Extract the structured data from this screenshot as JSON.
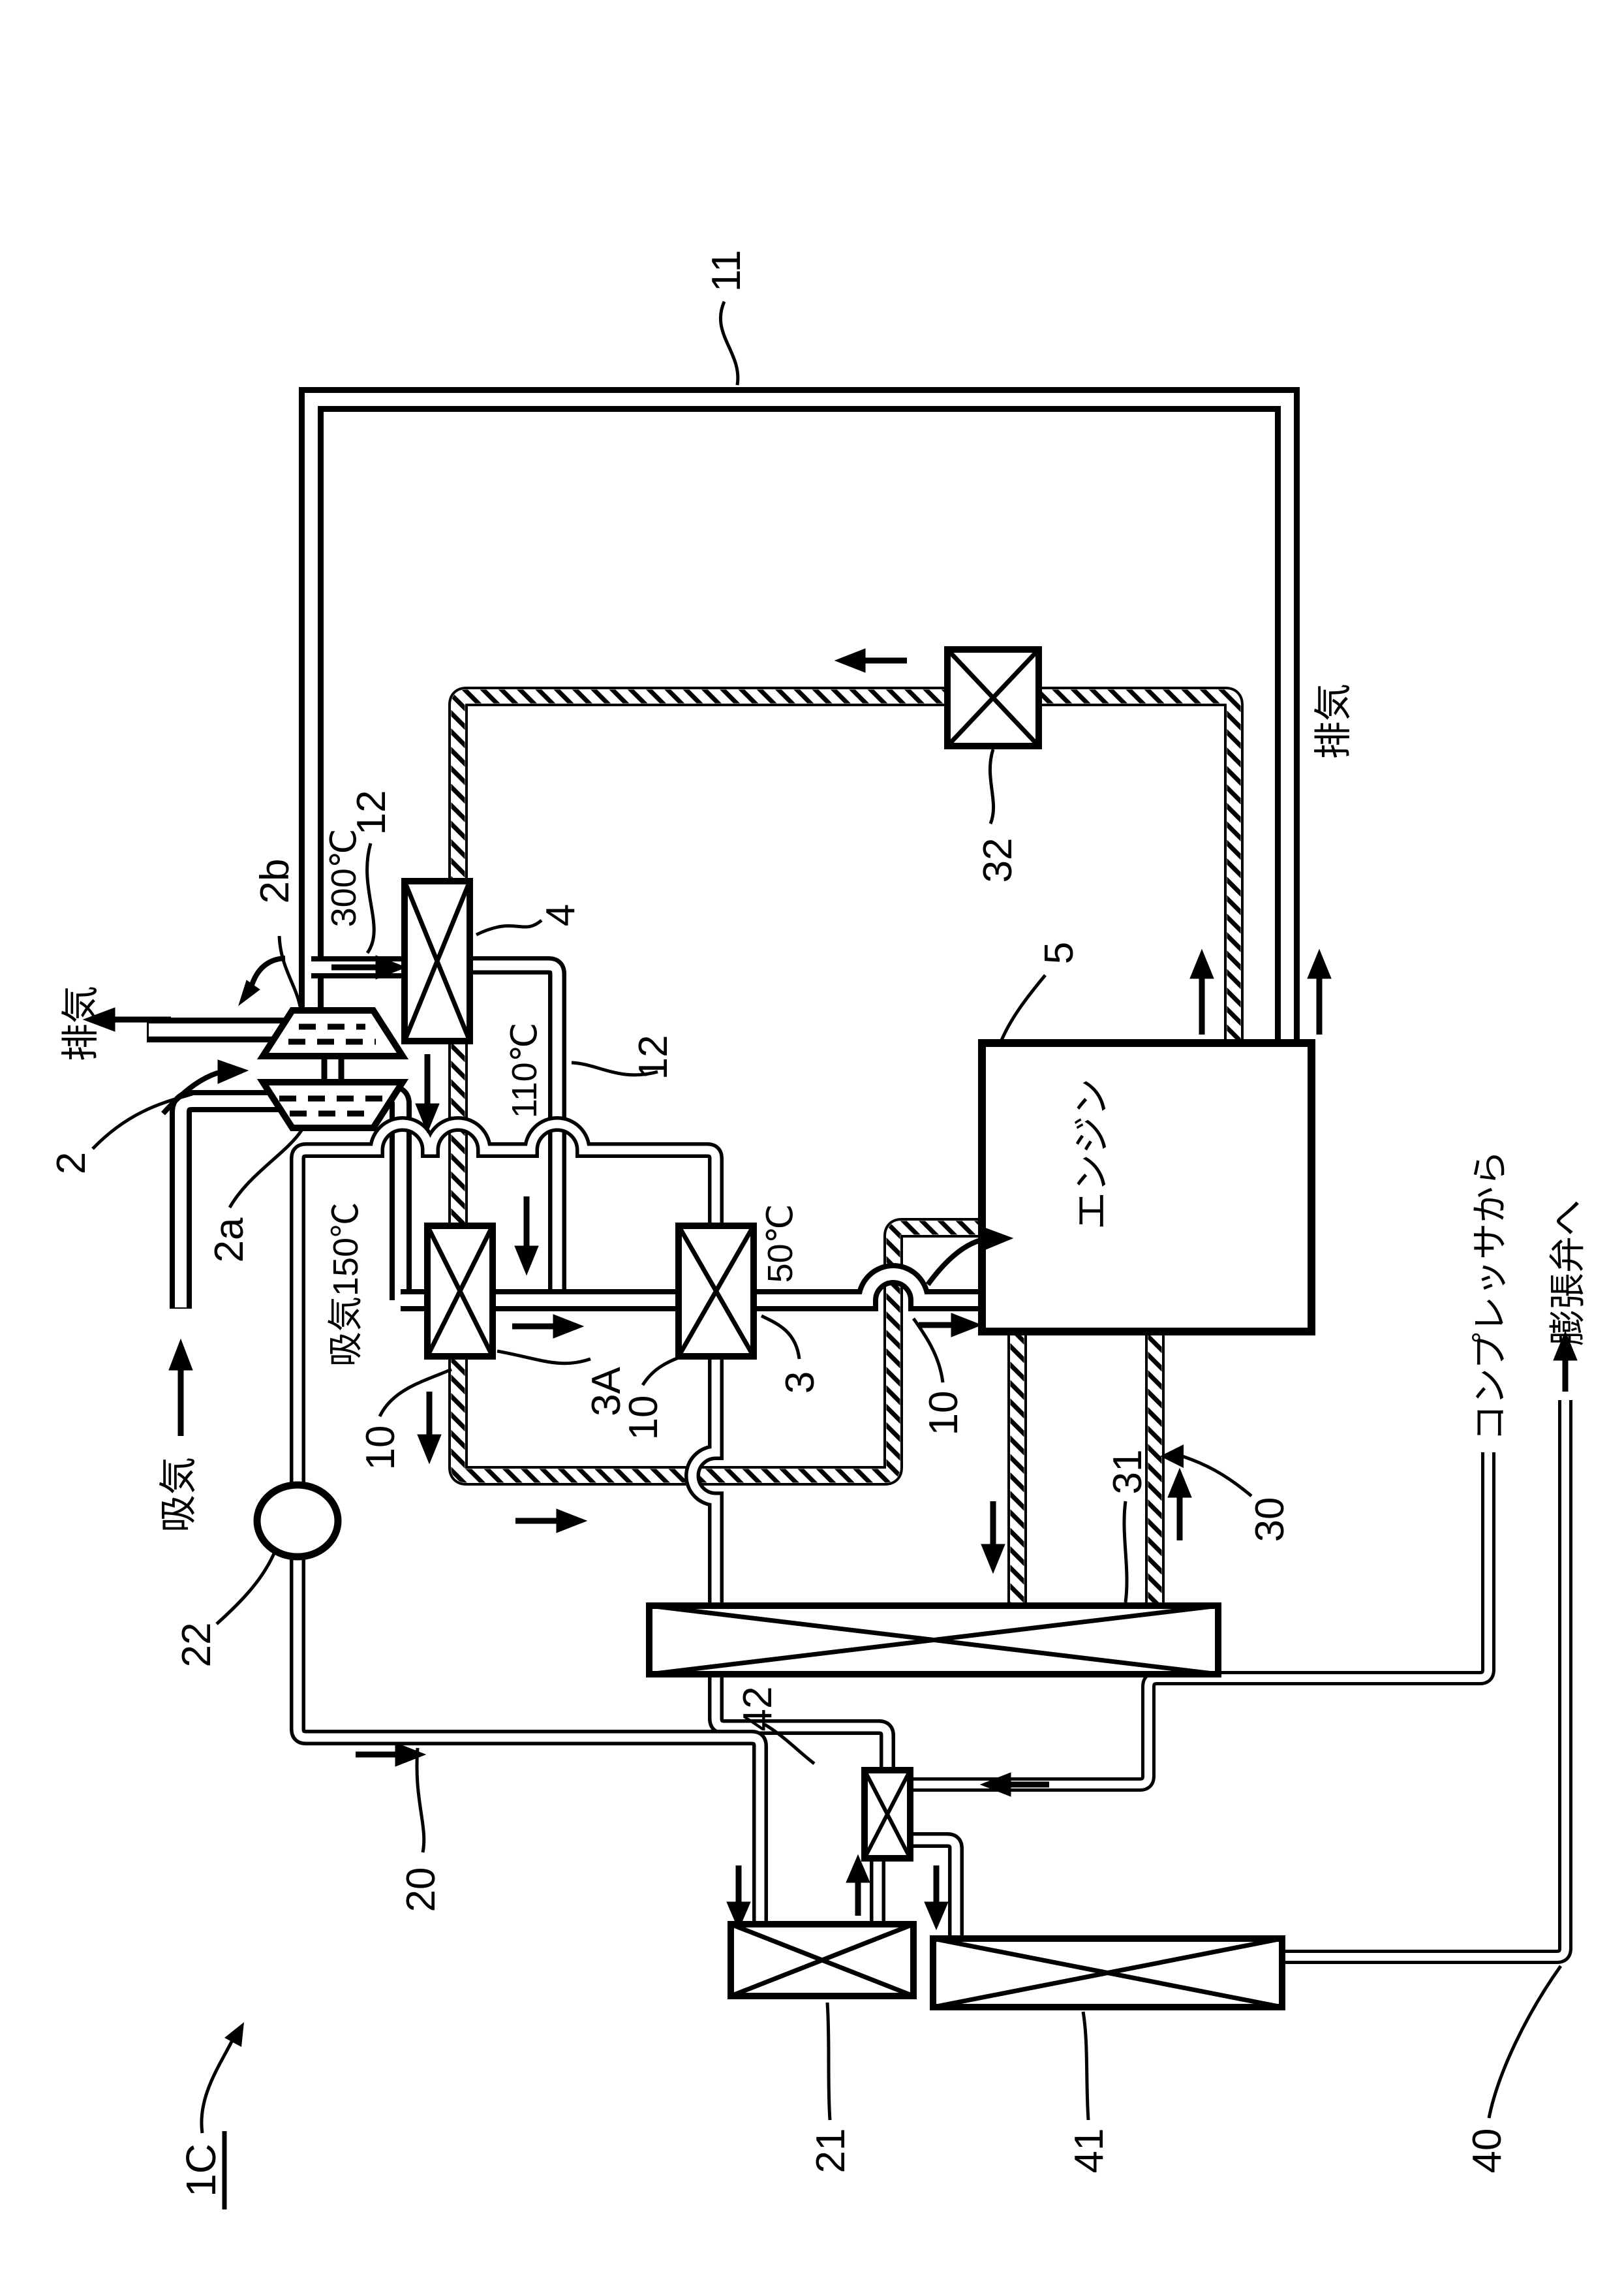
{
  "figure_id": "1C",
  "labels": {
    "l11": "11",
    "l12a": "12",
    "l12b": "12",
    "l2": "2",
    "l2a": "2a",
    "l2b": "2b",
    "l4": "4",
    "l5": "5",
    "l32": "32",
    "l3a": "3A",
    "l3": "3",
    "l10a": "10",
    "l10b": "10",
    "l10c": "10",
    "l31": "31",
    "l30": "30",
    "l22": "22",
    "l20": "20",
    "l21": "21",
    "l42": "42",
    "l41": "41",
    "l40": "40",
    "l1c": "1C"
  },
  "texts": {
    "exhaust_left": "排気",
    "exhaust_right": "排気",
    "intake": "吸気",
    "intake_150": "吸気150℃",
    "temp_300": "300℃",
    "temp_110": "110℃",
    "temp_50": "50℃",
    "engine": "エンジン",
    "from_compressor": "コンプレッサから",
    "to_expansion_valve": "膨張弁へ"
  }
}
